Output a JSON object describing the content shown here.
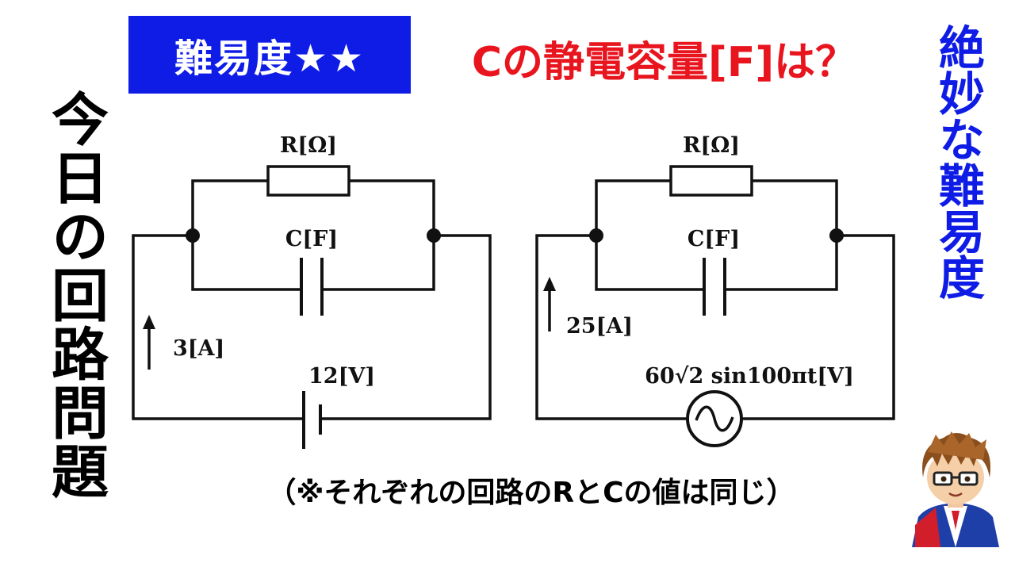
{
  "header": {
    "difficulty_badge": "難易度★★",
    "question": "Cの静電容量[F]は？"
  },
  "side": {
    "left_title": "今日の回路問題",
    "right_title": "絶妙な難易度"
  },
  "note": "（※それぞれの回路のRとCの値は同じ）",
  "circuit_dc": {
    "resistor_label": "R[Ω]",
    "capacitor_label": "C[F]",
    "current_label": "3[A]",
    "source_label": "12[V]"
  },
  "circuit_ac": {
    "resistor_label": "R[Ω]",
    "capacitor_label": "C[F]",
    "current_label": "25[A]",
    "source_label": "60√2 sin100πt[V]"
  },
  "colors": {
    "accent_blue": "#0f1ce6",
    "accent_red": "#e8141e"
  },
  "icons": {
    "avatar": "anime-character-avatar",
    "ac_source": "ac-voltage-source-icon",
    "dc_source": "battery-icon"
  }
}
